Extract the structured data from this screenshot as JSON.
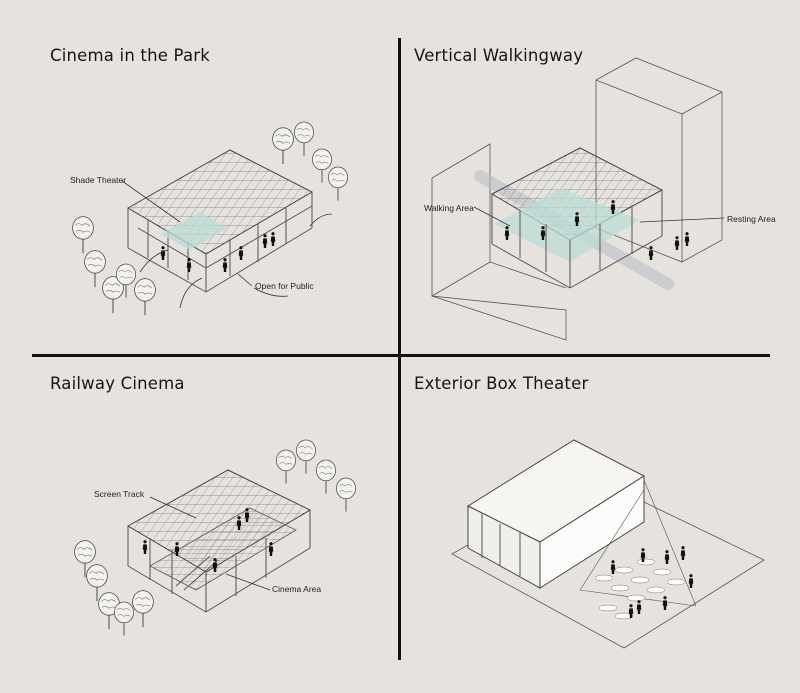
{
  "panels": [
    {
      "title": "Cinema in the Park",
      "callouts": [
        "Shade Theater",
        "Open for Public"
      ]
    },
    {
      "title": "Vertical Walkingway",
      "callouts": [
        "Walking Area",
        "Resting Area"
      ]
    },
    {
      "title": "Railway Cinema",
      "callouts": [
        "Screen Track",
        "Cinema Area"
      ]
    },
    {
      "title": "Exterior Box Theater",
      "callouts": []
    }
  ],
  "colors": {
    "background": "#e6e3de",
    "line": "#555555",
    "accent_glass": "#bcdcd6",
    "divider": "#111111"
  }
}
